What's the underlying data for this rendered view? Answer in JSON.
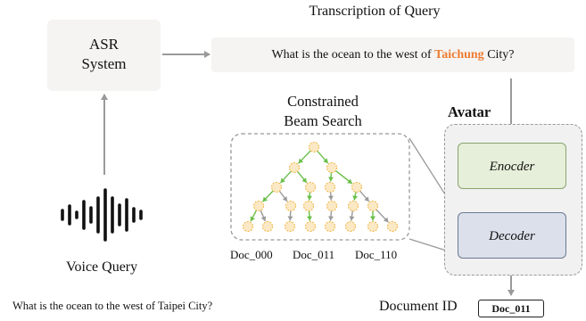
{
  "asr": {
    "line1": "ASR",
    "line2": "System"
  },
  "transcription_title": "Transcription of Query",
  "transcription": {
    "prefix": "What is the ocean to the west of ",
    "highlight": "Taichung",
    "suffix": " City?"
  },
  "beam": {
    "line1": "Constrained",
    "line2": "Beam Search"
  },
  "docs": [
    "Doc_000",
    "Doc_011",
    "Doc_110"
  ],
  "avatar": {
    "label": "Avatar",
    "encoder": "Enocder",
    "decoder": "Decoder"
  },
  "voice_label": "Voice Query",
  "voice_query": "What is the ocean to the west of Taipei City?",
  "document_id_label": "Document ID",
  "document_id": "Doc_011",
  "colors": {
    "highlight": "#ec7c32",
    "node_fill": "#fbe9c5",
    "node_stroke": "#f1b33f",
    "green_edge": "#6bbf4a",
    "gray_edge": "#9a9a9a",
    "encoder_fill": "#e6efd9",
    "decoder_fill": "#dbe0ea"
  }
}
